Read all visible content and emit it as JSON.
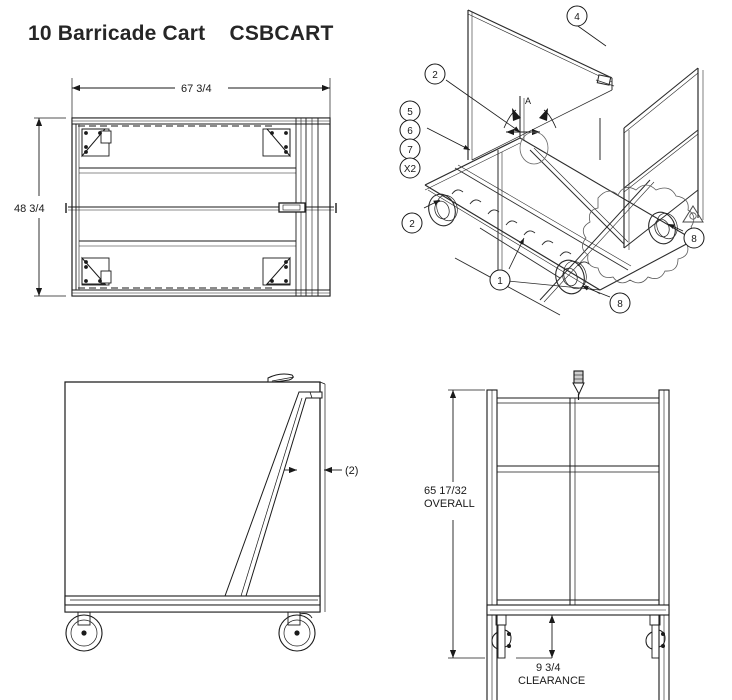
{
  "sheet": {
    "title_line": "10 Barricade Cart    CSBCART",
    "product_name": "10 Barricade Cart",
    "part_number": "CSBCART",
    "background_color": "#ffffff",
    "line_color": "#1a1a1a"
  },
  "views": {
    "front": {
      "name": "front-elevation-view",
      "dimensions": {
        "width_label": "67 3/4",
        "height_label": "48 3/4"
      }
    },
    "isometric": {
      "name": "isometric-assembly-view",
      "detail_letter": "A",
      "balloons": [
        {
          "id": "balloon-4",
          "label": "4"
        },
        {
          "id": "balloon-2-top",
          "label": "2"
        },
        {
          "id": "balloon-5",
          "label": "5"
        },
        {
          "id": "balloon-6",
          "label": "6"
        },
        {
          "id": "balloon-7",
          "label": "7"
        },
        {
          "id": "balloon-x2",
          "label": "X2"
        },
        {
          "id": "balloon-2-lower",
          "label": "2"
        },
        {
          "id": "balloon-1",
          "label": "1"
        },
        {
          "id": "balloon-8-right",
          "label": "8"
        },
        {
          "id": "balloon-8-front",
          "label": "8"
        }
      ],
      "weld_symbol": "weld-triangle-icon"
    },
    "side": {
      "name": "side-elevation-view",
      "dimensions": {
        "thickness_label": "(2)"
      }
    },
    "end": {
      "name": "end-elevation-view",
      "dimensions": {
        "overall_height_value": "65 17/32",
        "overall_height_note": "OVERALL",
        "clearance_value": "9 3/4",
        "clearance_note": "CLEARANCE"
      }
    }
  }
}
